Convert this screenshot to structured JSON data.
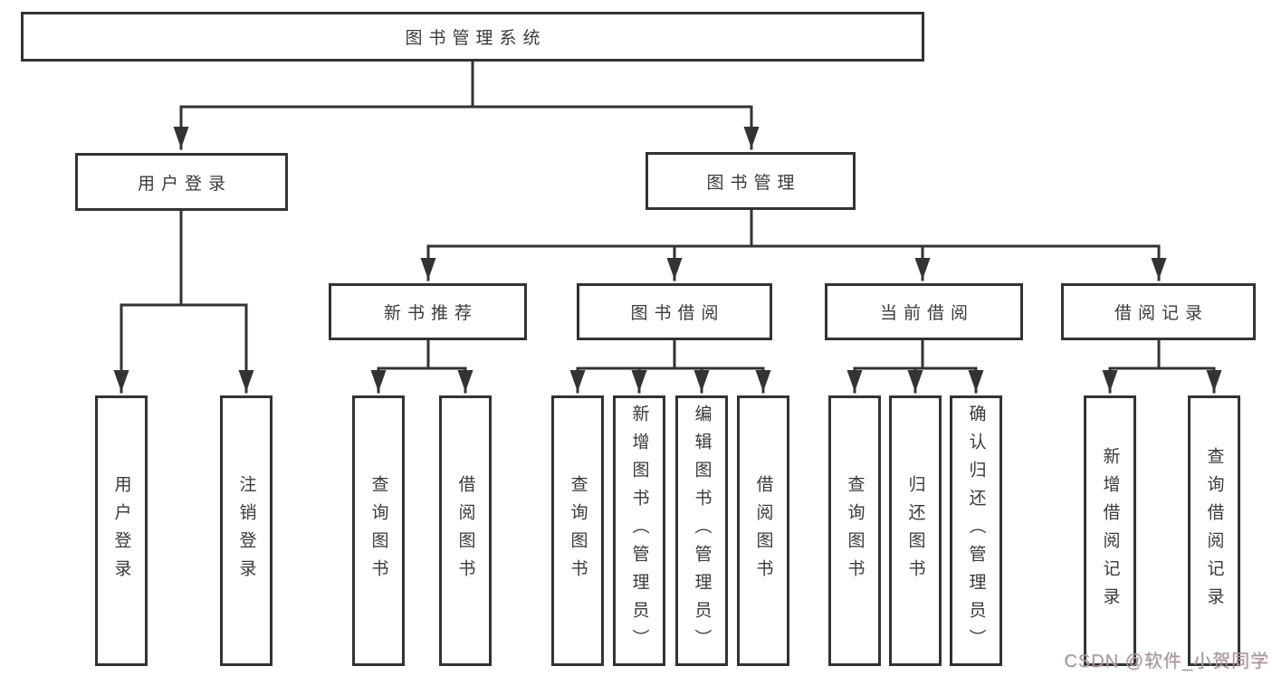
{
  "diagram": {
    "root": {
      "label": "图书管理系统"
    },
    "level1": [
      {
        "label": "用户登录",
        "parent": "图书管理系统"
      },
      {
        "label": "图书管理",
        "parent": "图书管理系统"
      }
    ],
    "level2": [
      {
        "label": "新书推荐",
        "parent": "图书管理"
      },
      {
        "label": "图书借阅",
        "parent": "图书管理"
      },
      {
        "label": "当前借阅",
        "parent": "图书管理"
      },
      {
        "label": "借阅记录",
        "parent": "图书管理"
      }
    ],
    "leaves": [
      {
        "label": "用户登录",
        "parent": "用户登录"
      },
      {
        "label": "注销登录",
        "parent": "用户登录"
      },
      {
        "label": "查询图书",
        "parent": "新书推荐"
      },
      {
        "label": "借阅图书",
        "parent": "新书推荐"
      },
      {
        "label": "查询图书",
        "parent": "图书借阅"
      },
      {
        "label": "新增图书（管理员）",
        "parent": "图书借阅"
      },
      {
        "label": "编辑图书（管理员）",
        "parent": "图书借阅"
      },
      {
        "label": "借阅图书",
        "parent": "图书借阅"
      },
      {
        "label": "查询图书",
        "parent": "当前借阅"
      },
      {
        "label": "归还图书",
        "parent": "当前借阅"
      },
      {
        "label": "确认归还（管理员）",
        "parent": "当前借阅"
      },
      {
        "label": "新增借阅记录",
        "parent": "借阅记录"
      },
      {
        "label": "查询借阅记录",
        "parent": "借阅记录"
      }
    ]
  },
  "watermark": {
    "text": "CSDN @软件_小贺同学"
  },
  "colors": {
    "line": "#333333",
    "box_border": "#333333",
    "text": "#3a3a3a",
    "background": "#ffffff",
    "watermark": "#9b9b9b"
  }
}
